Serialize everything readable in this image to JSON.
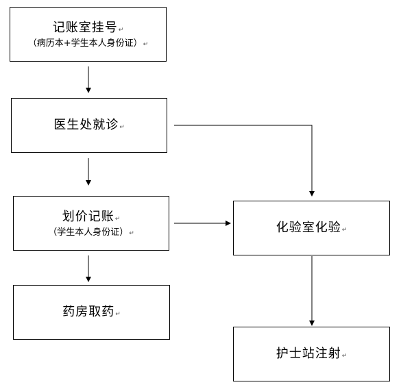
{
  "return_mark": "↵",
  "boxes": {
    "registration": {
      "title": "记账室挂号",
      "subtitle": "（病历本+学生本人身份证）"
    },
    "consultation": {
      "title": "医生处就诊"
    },
    "billing": {
      "title": "划价记账",
      "subtitle": "（学生本人身份证）"
    },
    "pharmacy": {
      "title": "药房取药"
    },
    "lab": {
      "title": "化验室化验"
    },
    "injection": {
      "title": "护士站注射"
    }
  }
}
